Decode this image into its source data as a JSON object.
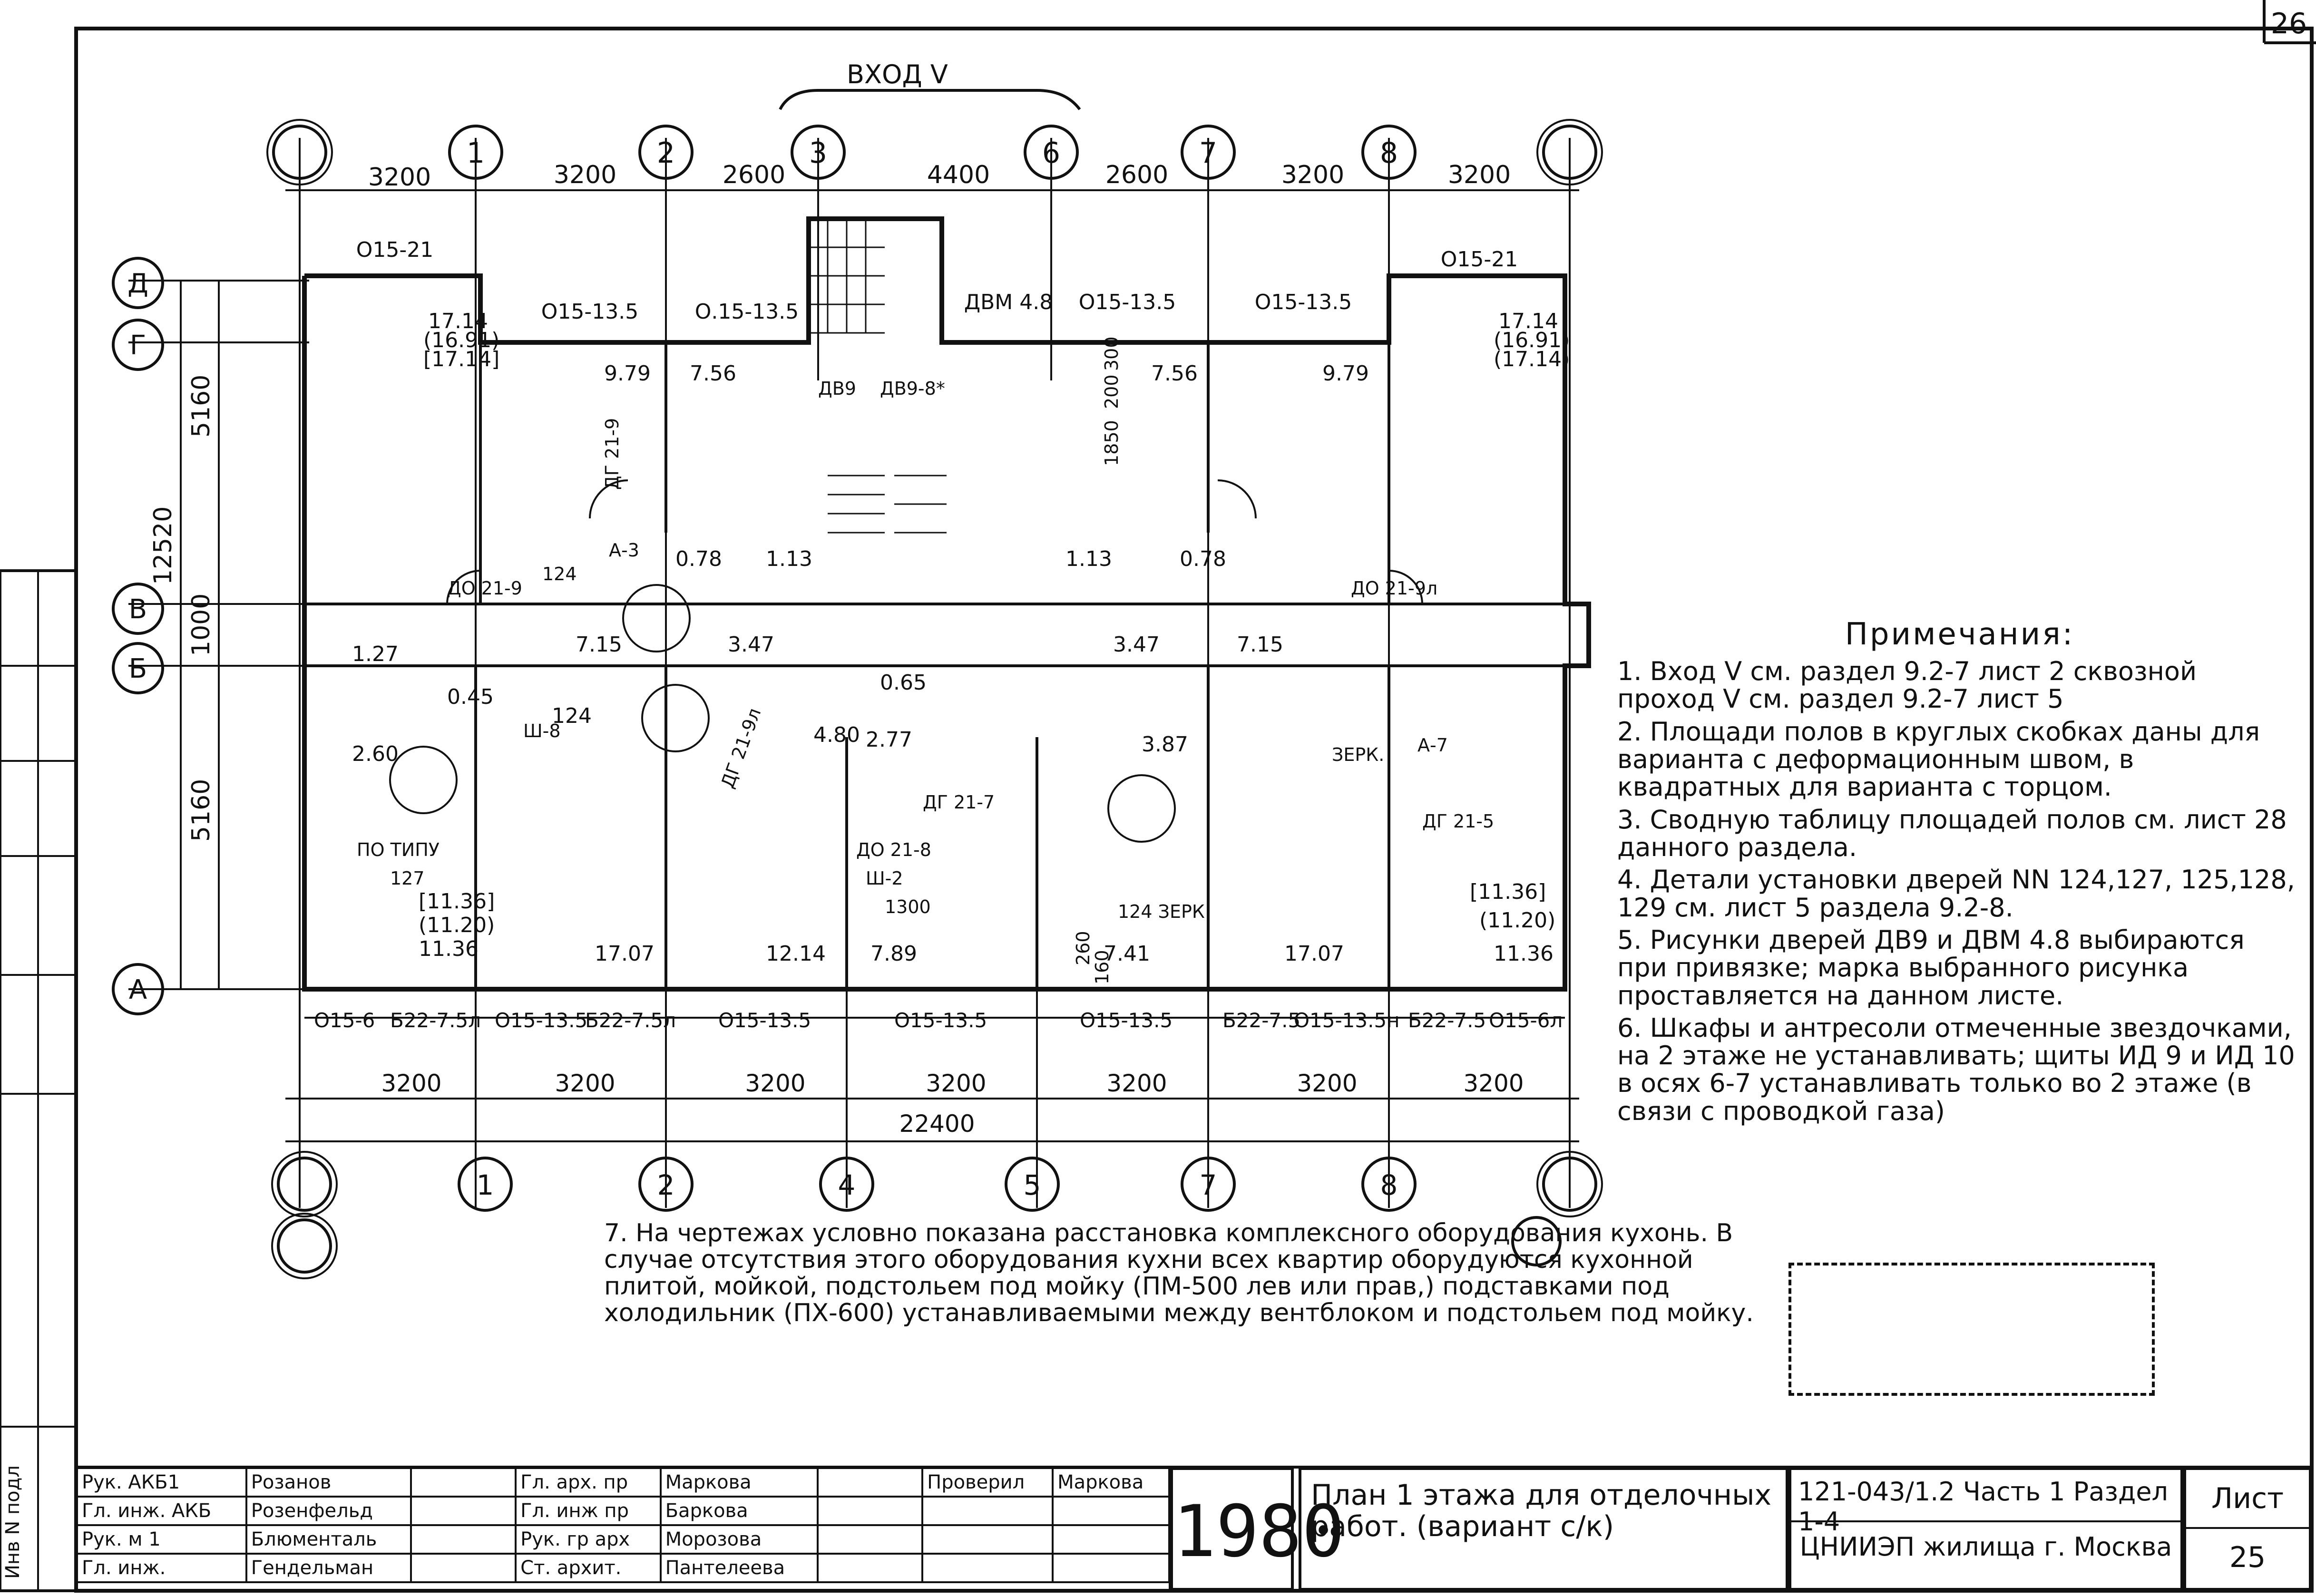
{
  "page_number": "26",
  "plan": {
    "entrance_label": "ВХОД V",
    "axes_top": [
      "1",
      "2",
      "3",
      "6",
      "7",
      "8"
    ],
    "axes_bottom": [
      "1",
      "2",
      "4",
      "5",
      "7",
      "8"
    ],
    "axes_left": [
      "Д",
      "Г",
      "В",
      "Б",
      "А"
    ],
    "top_dims": [
      "3200",
      "3200",
      "2600",
      "4400",
      "2600",
      "3200",
      "3200"
    ],
    "bottom_dims": [
      "3200",
      "3200",
      "3200",
      "3200",
      "3200",
      "3200",
      "3200"
    ],
    "total_width": "22400",
    "left_dims": [
      "5160",
      "12520",
      "1000",
      "5160"
    ],
    "window_labels_top": [
      "О15-21",
      "О15-13.5",
      "О.15-13.5",
      "ДВМ 4.8",
      "О15-13.5",
      "О15-13.5",
      "О15-21"
    ],
    "window_labels_bottom": [
      "О15-6",
      "Б22-7.5л",
      "О15-13.5",
      "Б22-7.5л",
      "О15-13.5",
      "О15-13.5",
      "О15-13.5",
      "Б22-7.5",
      "О15-13.5н",
      "Б22-7.5",
      "О15-6л"
    ],
    "room_areas": {
      "r1": "17.14",
      "r1b": "(16.91)",
      "r1c": "[17.14]",
      "r2": "9.79",
      "r3": "7.56",
      "r4": "7.56",
      "r5": "9.79",
      "r6": "17.14",
      "r6b": "(16.91)",
      "r6c": "(17.14)",
      "r7": "7.15",
      "r8": "3.47",
      "r9": "3.47",
      "r10": "7.15",
      "r11": "1.27",
      "r12": "0.45",
      "r13": "2.60",
      "r14": "124",
      "r15": "11.36",
      "r15b": "(11.20)",
      "r15c": "[11.36]",
      "r16": "17.07",
      "r17": "12.14",
      "r18": "7.89",
      "r19": "7.41",
      "r20": "17.07",
      "r21": "11.36",
      "r21b": "(11.20)",
      "r21c": "[11.36]",
      "r22": "4.80",
      "r23": "2.77",
      "r24": "3.87",
      "r25": "0.65",
      "r26": "0.78",
      "r27": "1.13",
      "r28": "0.78",
      "r29": "1.13"
    },
    "door_labels": [
      "ДО 21-9",
      "ДО 21-9л",
      "ДГ 21-9л",
      "ДГ 21-9",
      "ДО 21-8",
      "ДГ 21-7",
      "ДГ 21-5",
      "А-3",
      "А-7",
      "Ш-8",
      "Ш-2",
      "ПО ТИПУ",
      "124",
      "127",
      "124 ЗЕРК",
      "ЗЕРК.",
      "ДВ9",
      "ДВ9-8*",
      "1850",
      "300",
      "200",
      "260",
      "160",
      "1300"
    ]
  },
  "notes": {
    "heading": "Примечания:",
    "items": [
      "1. Вход V см. раздел 9.2-7 лист 2 сквозной проход V см. раздел 9.2-7 лист 5",
      "2. Площади полов в круглых скобках даны для варианта с деформационным швом, в квадратных для варианта с торцом.",
      "3. Сводную таблицу площадей полов см. лист 28 данного раздела.",
      "4. Детали установки дверей NN 124,127, 125,128, 129 см. лист 5 раздела 9.2-8.",
      "5. Рисунки дверей ДВ9 и ДВМ 4.8 выбираются при привязке; марка выбранного рисунка проставляется на данном листе.",
      "6. Шкафы и антресоли отмеченные звездочками, на 2 этаже не устанавливать; щиты ИД 9 и ИД 10 в осях 6-7 устанавливать только во 2 этаже (в связи с проводкой газа)"
    ],
    "note7": "7. На чертежах условно показана расстановка комплексного оборудования кухонь. В случае отсутствия этого оборудования кухни всех квартир оборудуются кухонной плитой, мойкой, подстольем под мойку (ПМ-500 лев или прав,) подставками под холодильник (ПХ-600) устанавливаемыми между вентблоком и подстольем под мойку."
  },
  "title_block": {
    "rows": [
      [
        "Рук. АКБ1",
        "Розанов",
        "",
        "Гл. арх. пр",
        "Маркова",
        "",
        "Проверил",
        "Маркова"
      ],
      [
        "Гл. инж. АКБ",
        "Розенфельд",
        "",
        "Гл. инж пр",
        "Баркова",
        "",
        "",
        ""
      ],
      [
        "Рук. м 1",
        "Блюменталь",
        "",
        "Рук. гр арх",
        "Морозова",
        "",
        "",
        ""
      ],
      [
        "Гл. инж.",
        "Гендельман",
        "",
        "Ст. архит.",
        "Пантелеева",
        "",
        "",
        ""
      ]
    ],
    "year": "1980",
    "title": "План 1 этажа для отделочных работ. (вариант с/к)",
    "code": "121-043/1.2 Часть 1 Раздел 1-4",
    "org": "ЦНИИЭП жилища г. Москва",
    "sheet_label": "Лист",
    "sheet_number": "25",
    "side_label": "Инв N подл"
  }
}
